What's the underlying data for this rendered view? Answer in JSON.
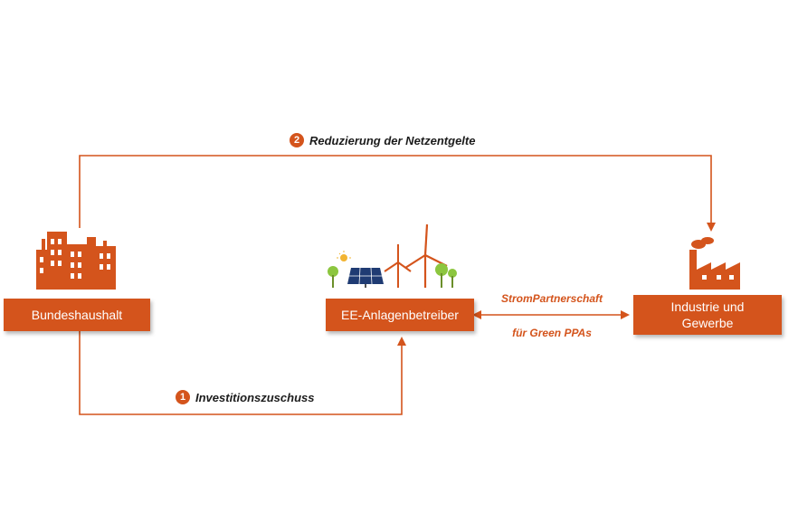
{
  "colors": {
    "accent": "#d4541c",
    "text": "#1c1c1c",
    "background": "#ffffff"
  },
  "nodes": {
    "bundeshaushalt": "Bundeshaushalt",
    "ee_anlagenbetreiber": "EE-Anlagenbetreiber",
    "industrie": "Industrie und\nGewerbe"
  },
  "flows": {
    "top": {
      "number": "2",
      "label": "Reduzierung der Netzentgelte"
    },
    "bottom": {
      "number": "1",
      "label": "Investitionszuschuss"
    }
  },
  "link_labels": {
    "line1": "StromPartnerschaft",
    "line2": "für Green PPAs"
  },
  "icons": {
    "bundeshaushalt": "city-buildings-icon",
    "ee_anlagenbetreiber": "solar-wind-trees-icon",
    "industrie": "factory-icon"
  }
}
